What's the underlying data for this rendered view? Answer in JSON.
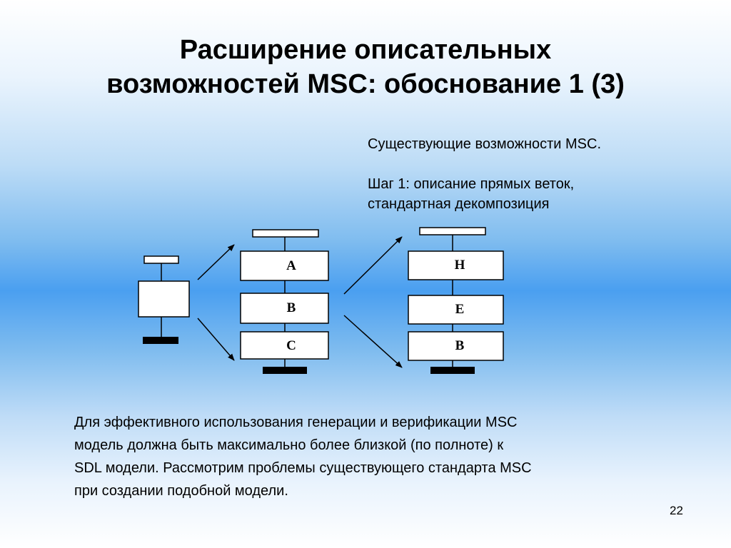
{
  "slide": {
    "title_lines": [
      "Расширение описательных",
      "возможностей MSC: обоснование 1 (3)"
    ],
    "existing_caption": "Существующие возможности MSC.",
    "step_lines": [
      "Шаг 1: описание прямых веток,",
      "стандартная декомпозиция"
    ],
    "diagram": {
      "middle_boxes": [
        "A",
        "B",
        "C"
      ],
      "right_boxes": [
        "Н",
        "Е",
        "В"
      ]
    },
    "body_lines": [
      "Для эффективного использования генерации и верификации MSC",
      "модель должна быть максимально более близкой (по полноте) к",
      "SDL модели. Рассмотрим проблемы существующего стандарта MSC",
      "при создании подобной модели."
    ],
    "page_number": "22"
  }
}
